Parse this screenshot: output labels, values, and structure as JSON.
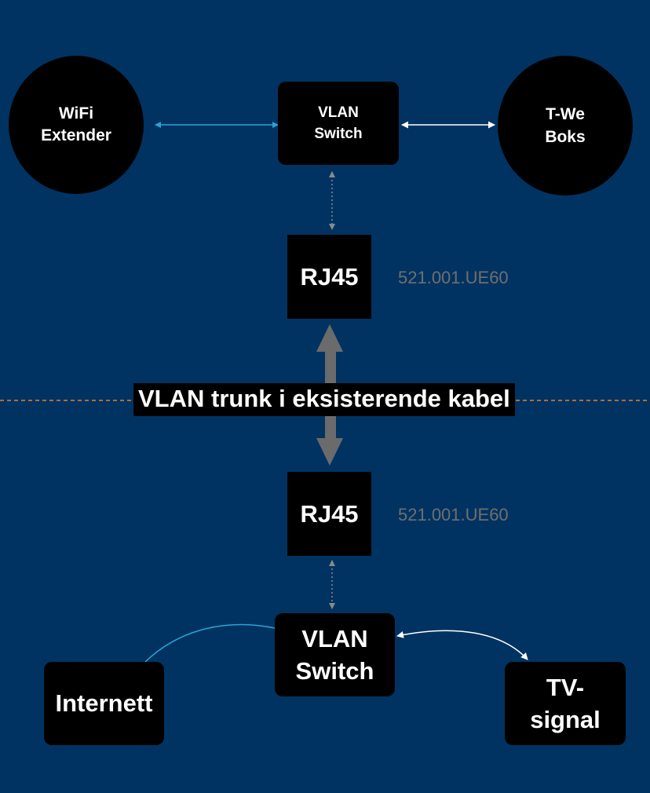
{
  "colors": {
    "background": "#003361",
    "node_fill": "#000000",
    "wifi_link": "#2aa3d4",
    "white_link": "#ffffff",
    "patch_link": "#8a8a8a",
    "trunk_arrow": "#6b6b6b",
    "boundary_line": "#e8822a",
    "code_text": "#6f6f6f"
  },
  "nodes": {
    "wifi_extender": "WiFi\nExtender",
    "vlan_switch_top": "VLAN\nSwitch",
    "tv_box": "T-We\nBoks",
    "rj45_top": "RJ45",
    "rj45_bottom": "RJ45",
    "vlan_switch_bottom": "VLAN\nSwitch",
    "internet": "Internett",
    "tv_signal": "TV-\nsignal"
  },
  "port_codes": {
    "top": "521.001.UE60",
    "bottom": "521.001.UE60"
  },
  "trunk_label": "VLAN trunk i eksisterende kabel"
}
